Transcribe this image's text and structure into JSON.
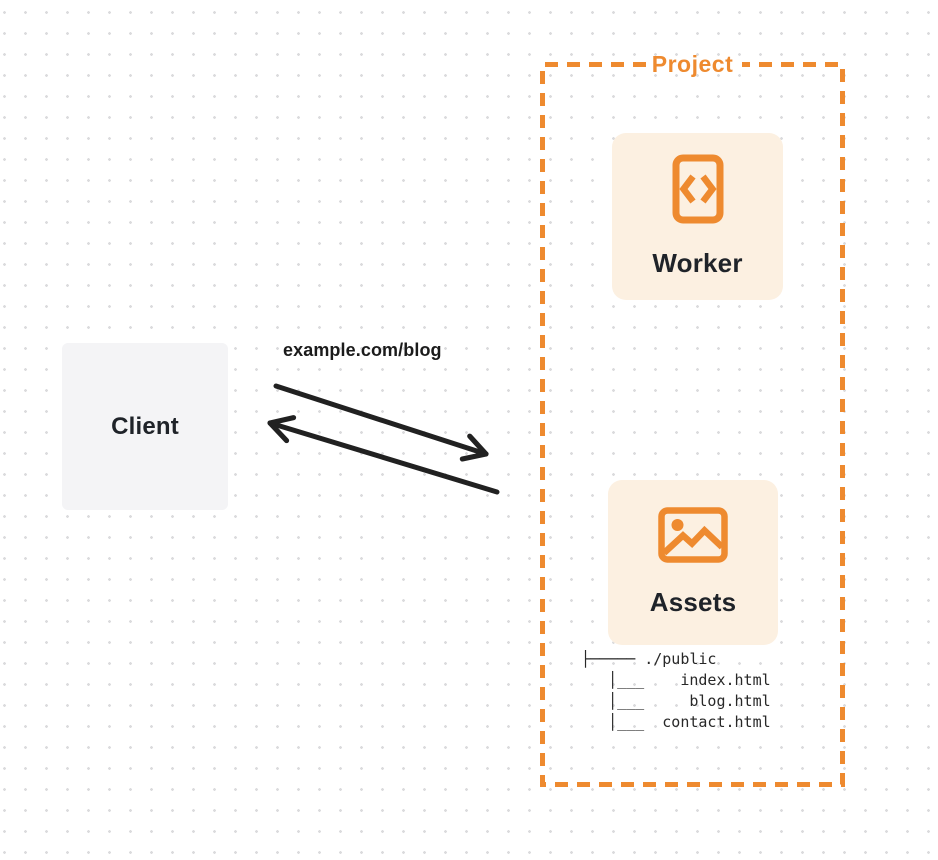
{
  "colors": {
    "accent": "#EE8A2F",
    "accent-fill": "#FCF0E1",
    "ink": "#212121",
    "client-fill": "#F4F4F6",
    "dot": "#DBDBDD"
  },
  "client": {
    "label": "Client"
  },
  "request_label": "example.com/blog",
  "project": {
    "title": "Project",
    "worker": {
      "label": "Worker",
      "icon": "code-file-icon"
    },
    "assets": {
      "label": "Assets",
      "icon": "image-icon",
      "tree": {
        "root": "./public",
        "files": [
          "index.html",
          "blog.html",
          "contact.html"
        ]
      },
      "tree_text": "├───── ./public\n   │___    index.html\n   │___     blog.html\n   │___  contact.html"
    }
  }
}
